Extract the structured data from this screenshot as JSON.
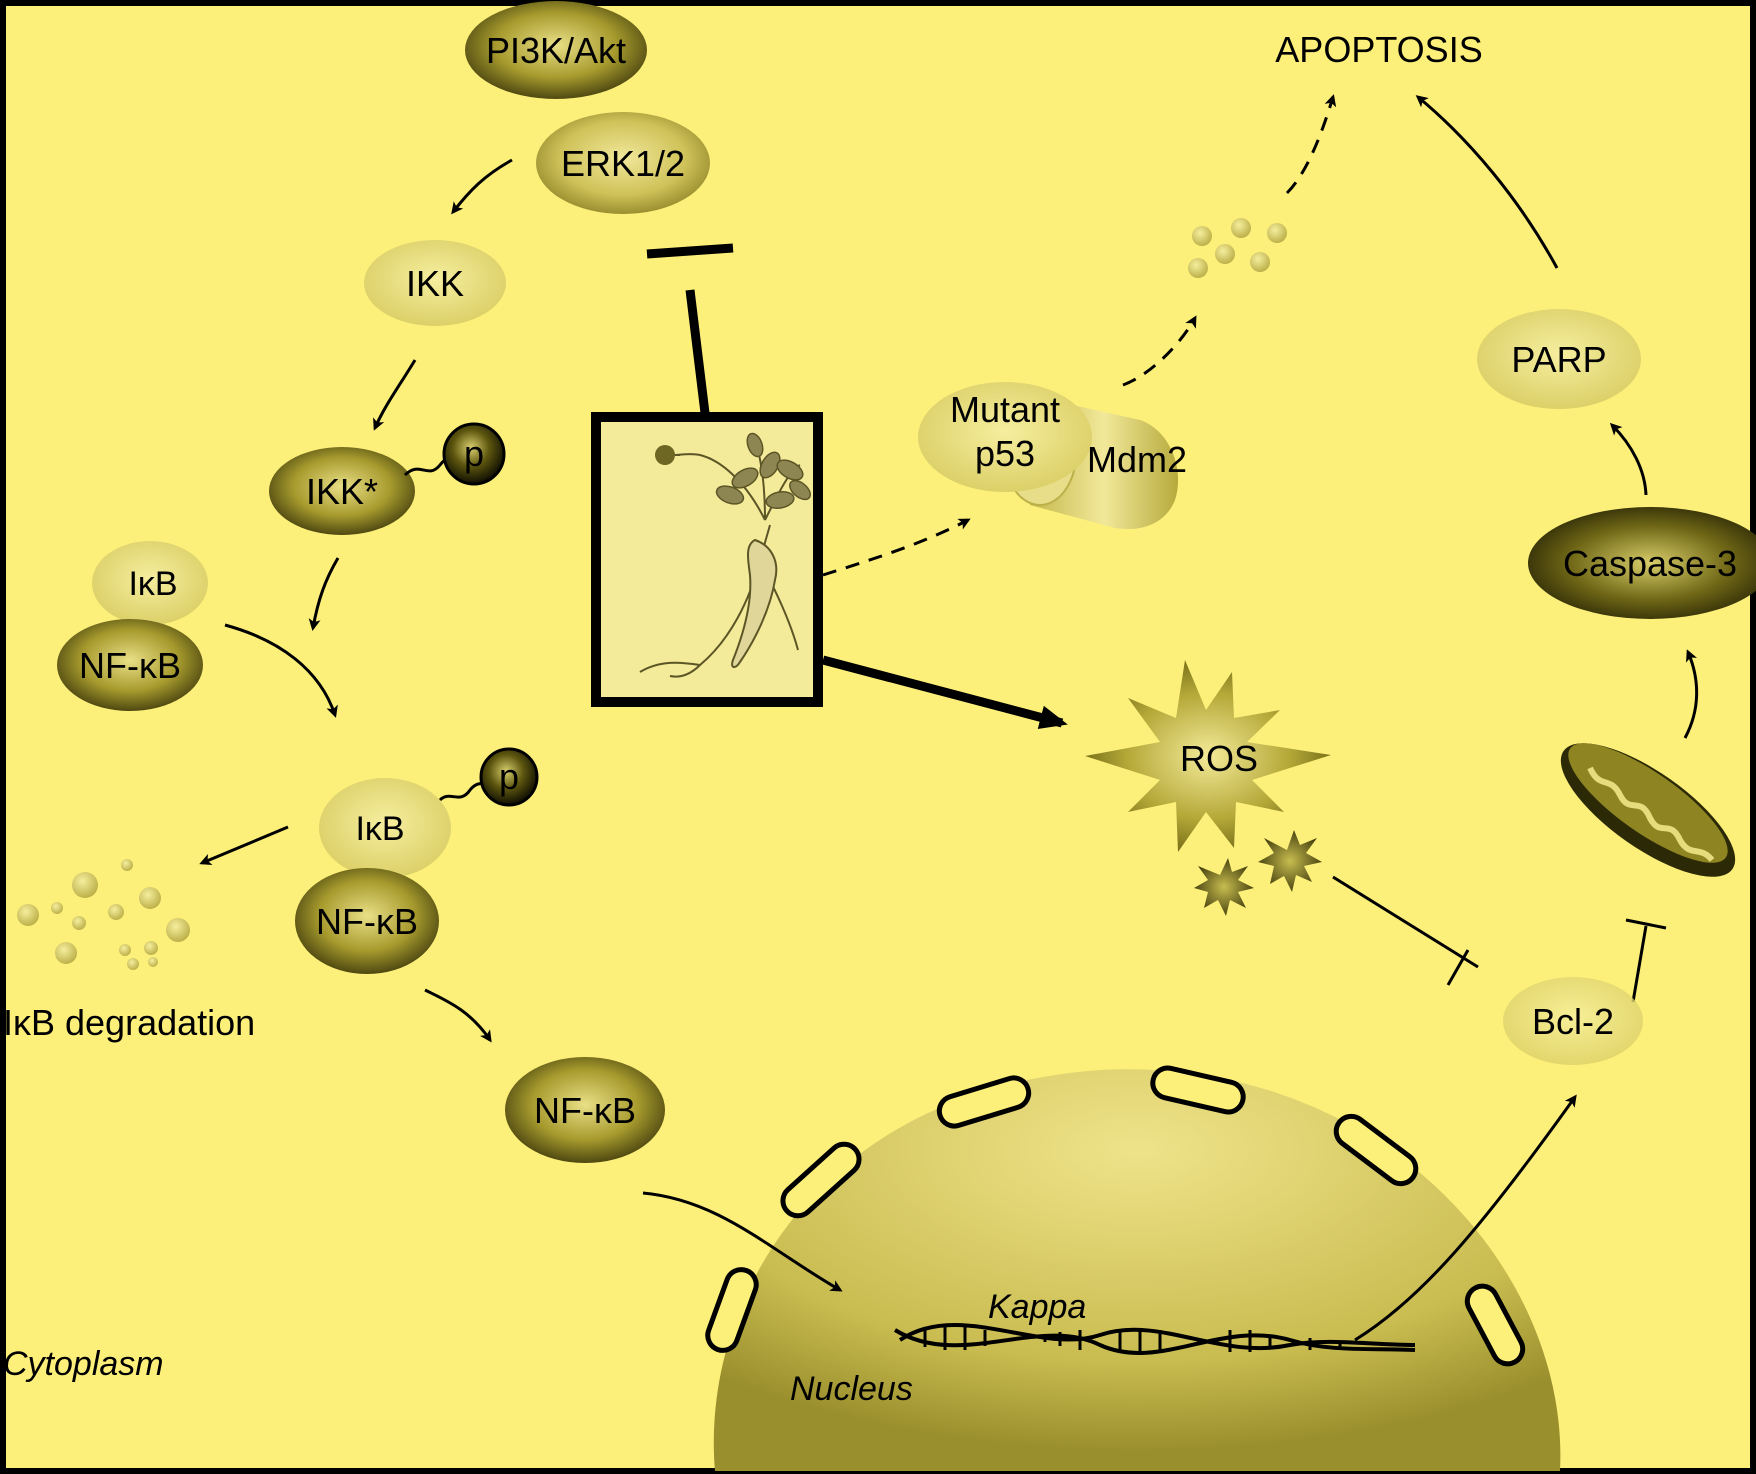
{
  "colors": {
    "background": "#fdf07a",
    "border": "#000000",
    "dark_molecule": "#6b6412",
    "mid_molecule": "#b8ac3e",
    "light_molecule": "#e6db74",
    "nucleus": "#cfc25a"
  },
  "icons": [
    "ginseng-root-icon",
    "mitochondrion-icon",
    "dna-helix-icon",
    "ros-starburst-icon"
  ],
  "molecules": {
    "pi3k_akt": "PI3K/Akt",
    "erk": "ERK1/2",
    "ikk": "IKK",
    "ikk_active": "IKK*",
    "phospho_1": "p",
    "phospho_2": "p",
    "ikb_1": "IκB",
    "nfkb_1": "NF-κB",
    "ikb_2": "IκB",
    "nfkb_2": "NF-κB",
    "nfkb_3": "NF-κB",
    "mutant_p53_line1": "Mutant",
    "mutant_p53_line2": "p53",
    "mdm2": "Mdm2",
    "ros": "ROS",
    "parp": "PARP",
    "caspase3": "Caspase-3",
    "bcl2": "Bcl-2"
  },
  "labels": {
    "apoptosis": "APOPTOSIS",
    "ikb_degradation": "IκB degradation",
    "cytoplasm": "Cytoplasm",
    "nucleus": "Nucleus",
    "kappa": "Kappa"
  }
}
